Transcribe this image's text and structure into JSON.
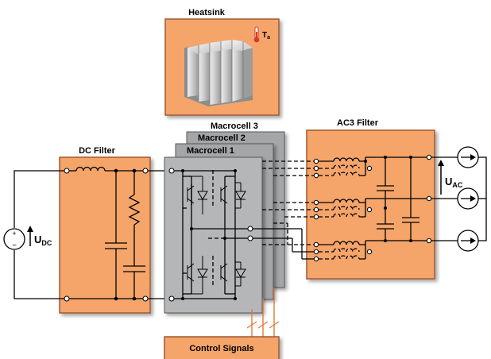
{
  "blocks": {
    "heatsink": {
      "title": "Heatsink",
      "temp_symbol": "T",
      "temp_sub": "a"
    },
    "dc_filter": {
      "title": "DC Filter"
    },
    "ac_filter": {
      "title": "AC3 Filter"
    },
    "macrocells": [
      "Macrocell 3",
      "Macrocell 2",
      "Macrocell 1"
    ],
    "control": {
      "title": "Control Signals"
    }
  },
  "sources": {
    "dc": {
      "symbol": "U",
      "sub": "DC",
      "plus": "+",
      "minus": "−"
    },
    "ac": {
      "symbol": "U",
      "sub": "AC"
    }
  },
  "colors": {
    "block_fill": "#f5a46b",
    "block_stroke": "#a05a30",
    "macrocell_fill": "#a4a6a8",
    "macrocell_front": "#b4b6b8",
    "thermometer": "#d83a2a"
  }
}
